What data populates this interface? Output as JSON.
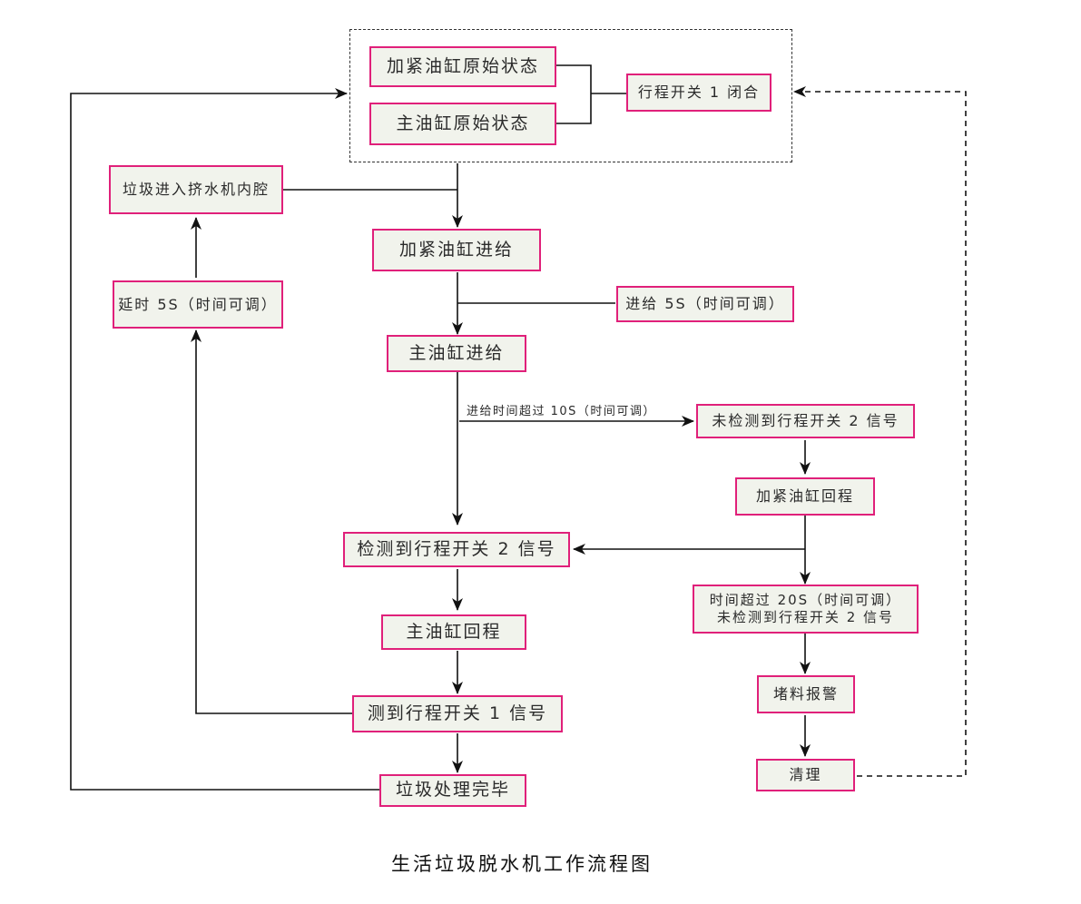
{
  "title": "生活垃圾脱水机工作流程图",
  "colors": {
    "node_border": "#e0207a",
    "node_fill": "#f1f3ec",
    "line": "#111111"
  },
  "nodes": {
    "clamp_cylinder_initial": "加紧油缸原始状态",
    "main_cylinder_initial": "主油缸原始状态",
    "travel_switch_1_closed": "行程开关 1 闭合",
    "garbage_enter_chamber": "垃圾进入挤水机内腔",
    "clamp_cylinder_feed": "加紧油缸进给",
    "delay_5s": "延时 5S（时间可调）",
    "feed_5s": "进给 5S（时间可调）",
    "main_cylinder_feed": "主油缸进给",
    "no_switch_2_signal": "未检测到行程开关 2 信号",
    "clamp_cylinder_return": "加紧油缸回程",
    "detect_switch_2_signal": "检测到行程开关 2 信号",
    "timeout_20s_line1": "时间超过 20S（时间可调）",
    "timeout_20s_line2": "未检测到行程开关 2 信号",
    "main_cylinder_return": "主油缸回程",
    "detect_switch_1_signal": "测到行程开关 1 信号",
    "blockage_alarm": "堵料报警",
    "garbage_done": "垃圾处理完毕",
    "clean": "清理"
  },
  "edge_labels": {
    "feed_timeout_10s": "进给时间超过 10S（时间可调）"
  }
}
